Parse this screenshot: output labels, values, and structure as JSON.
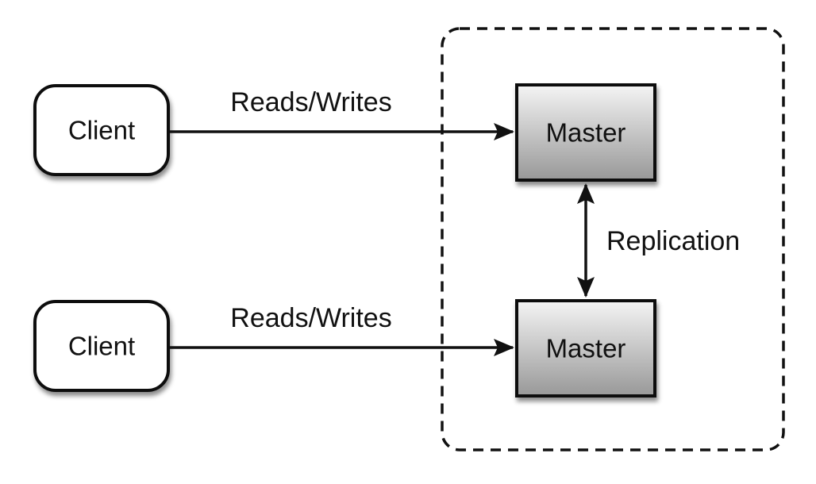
{
  "diagram": {
    "type": "architecture-diagram",
    "description_visible_text_only": "",
    "nodes": {
      "client_top": {
        "label": "Client"
      },
      "client_bottom": {
        "label": "Client"
      },
      "master_top": {
        "label": "Master"
      },
      "master_bottom": {
        "label": "Master"
      }
    },
    "edges": {
      "client_top_to_master_top": {
        "label": "Reads/Writes",
        "direction": "right"
      },
      "client_bottom_to_master_bottom": {
        "label": "Reads/Writes",
        "direction": "right"
      },
      "master_to_master": {
        "label": "Replication",
        "direction": "both"
      }
    },
    "colors": {
      "background": "#ffffff",
      "line": "#111111",
      "text": "#111111",
      "client_fill": "#ffffff",
      "master_gradient_top": "#f4f4f4",
      "master_gradient_bottom": "#989898",
      "dashed_boundary": "#111111"
    }
  }
}
